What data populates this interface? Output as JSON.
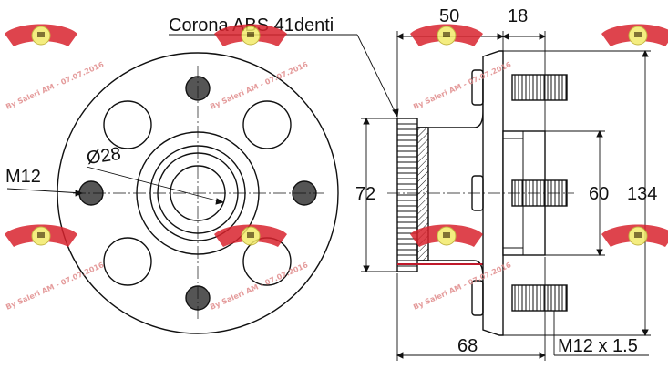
{
  "labels": {
    "abs_ring": "Corona ABS 41denti",
    "bolt_thread": "M12",
    "bore_diameter": "Ø28",
    "hub_width": "50",
    "flange_offset": "18",
    "abs_diameter": "72",
    "pilot_diameter": "60",
    "overall_diameter": "134",
    "overall_length": "68",
    "stud_thread": "M12 x 1.5"
  },
  "watermark": {
    "text": "By Saleri AM - 07.07.2016",
    "logo_color": "#d9232d",
    "badge_color": "#f3ea6a"
  },
  "colors": {
    "line": "#111111",
    "accent": "#c0192b",
    "hatch": "#111111"
  }
}
